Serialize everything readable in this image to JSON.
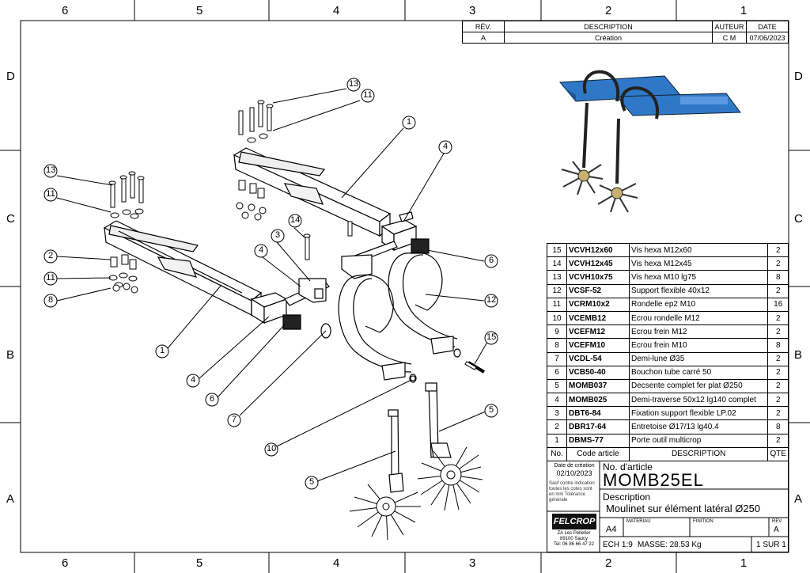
{
  "border": {
    "columns": [
      "6",
      "5",
      "4",
      "3",
      "2",
      "1"
    ],
    "rows": [
      "D",
      "C",
      "B",
      "A"
    ]
  },
  "revision_table": {
    "headers": {
      "rev": "RÉV.",
      "description": "DESCRIPTION",
      "author": "AUTEUR",
      "date": "DATE"
    },
    "row": {
      "rev": "A",
      "description": "Création",
      "author": "C M",
      "date": "07/06/2023"
    }
  },
  "bom": {
    "headers": {
      "no": "No.",
      "code": "Code article",
      "description": "DESCRIPTION",
      "qty": "QTE"
    },
    "rows": [
      {
        "no": "15",
        "code": "VCVH12x60",
        "description": "Vis hexa M12x60",
        "qty": "2"
      },
      {
        "no": "14",
        "code": "VCVH12x45",
        "description": "Vis hexa M12x45",
        "qty": "2"
      },
      {
        "no": "13",
        "code": "VCVH10x75",
        "description": "Vis hexa M10 lg75",
        "qty": "8"
      },
      {
        "no": "12",
        "code": "VCSF-52",
        "description": "Support flexible 40x12",
        "qty": "2"
      },
      {
        "no": "11",
        "code": "VCRM10x2",
        "description": "Rondelle ep2 M10",
        "qty": "16"
      },
      {
        "no": "10",
        "code": "VCEMB12",
        "description": "Ecrou rondelle M12",
        "qty": "2"
      },
      {
        "no": "9",
        "code": "VCEFM12",
        "description": "Ecrou frein M12",
        "qty": "2"
      },
      {
        "no": "8",
        "code": "VCEFM10",
        "description": "Ecrou frein M10",
        "qty": "8"
      },
      {
        "no": "7",
        "code": "VCDL-54",
        "description": "Demi-lune Ø35",
        "qty": "2"
      },
      {
        "no": "6",
        "code": "VCB50-40",
        "description": "Bouchon tube carré 50",
        "qty": "2"
      },
      {
        "no": "5",
        "code": "MOMB037",
        "description": "Decsente complet fer plat Ø250",
        "qty": "2"
      },
      {
        "no": "4",
        "code": "MOMB025",
        "description": "Demi-traverse 50x12 lg140 complet",
        "qty": "2"
      },
      {
        "no": "3",
        "code": "DBT6-84",
        "description": "Fixation support flexible LP.02",
        "qty": "2"
      },
      {
        "no": "2",
        "code": "DBR17-64",
        "description": "Entretoise Ø17/13 lg40.4",
        "qty": "8"
      },
      {
        "no": "1",
        "code": "DBMS-77",
        "description": "Porte outil multicrop",
        "qty": "2"
      }
    ]
  },
  "title_block": {
    "creation_label": "Date de création",
    "creation_date": "02/10/2023",
    "article_label": "No. d'article",
    "article_no": "MOMB25EL",
    "note": "Sauf contre indication toutes les cotes sont en mm Tolérance générale",
    "description_label": "Description",
    "description": "Moulinet sur élément latéral Ø250",
    "logo": "FELCROP",
    "address_1": "ZA Les Pelletier",
    "address_2": "89100 Saucy",
    "phone": "Tel: 06 86 66 47 22",
    "format": "A4",
    "material_label": "MATERIAU",
    "finish_label": "FINITION",
    "rev_label": "REV",
    "rev": "A",
    "scale": "ECH 1:9",
    "mass": "MASSE: 28.53 Kg",
    "sheet": "1 SUR 1"
  },
  "balloons": [
    "13",
    "11",
    "1",
    "4",
    "13",
    "11",
    "14",
    "3",
    "2",
    "11",
    "8",
    "4",
    "6",
    "12",
    "1",
    "4",
    "6",
    "7",
    "15",
    "10",
    "5",
    "5"
  ],
  "colors": {
    "accent": "#2f78c8",
    "line": "#000000"
  }
}
